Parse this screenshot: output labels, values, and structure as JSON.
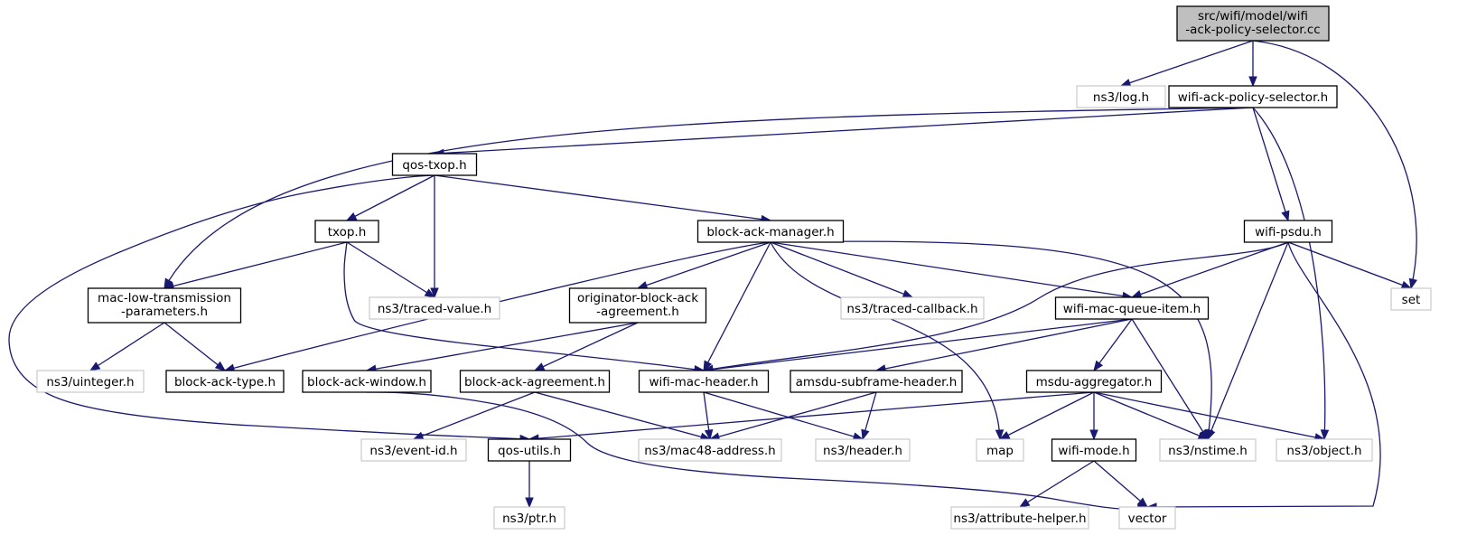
{
  "diagram": {
    "root": "wifi-ack-policy-selector.cc",
    "colors": {
      "edge": "#191970",
      "root_fill": "#bfbfbf",
      "node_border": "#000000",
      "external_border": "#bfbfbf"
    },
    "nodes": {
      "root": {
        "lines": [
          "src/wifi/model/wifi",
          "-ack-policy-selector.cc"
        ],
        "kind": "root"
      },
      "log": {
        "lines": [
          "ns3/log.h"
        ],
        "kind": "external"
      },
      "wapsh": {
        "lines": [
          "wifi-ack-policy-selector.h"
        ],
        "kind": "internal"
      },
      "set": {
        "lines": [
          "set"
        ],
        "kind": "external"
      },
      "qostxop": {
        "lines": [
          "qos-txop.h"
        ],
        "kind": "internal"
      },
      "txop": {
        "lines": [
          "txop.h"
        ],
        "kind": "internal"
      },
      "bam": {
        "lines": [
          "block-ack-manager.h"
        ],
        "kind": "internal"
      },
      "psdu": {
        "lines": [
          "wifi-psdu.h"
        ],
        "kind": "internal"
      },
      "mltp": {
        "lines": [
          "mac-low-transmission",
          "-parameters.h"
        ],
        "kind": "internal"
      },
      "tracedval": {
        "lines": [
          "ns3/traced-value.h"
        ],
        "kind": "external"
      },
      "obaa": {
        "lines": [
          "originator-block-ack",
          "-agreement.h"
        ],
        "kind": "internal"
      },
      "tracedcb": {
        "lines": [
          "ns3/traced-callback.h"
        ],
        "kind": "external"
      },
      "wmqi": {
        "lines": [
          "wifi-mac-queue-item.h"
        ],
        "kind": "internal"
      },
      "uint": {
        "lines": [
          "ns3/uinteger.h"
        ],
        "kind": "external"
      },
      "batype": {
        "lines": [
          "block-ack-type.h"
        ],
        "kind": "internal"
      },
      "bawin": {
        "lines": [
          "block-ack-window.h"
        ],
        "kind": "internal"
      },
      "baagr": {
        "lines": [
          "block-ack-agreement.h"
        ],
        "kind": "internal"
      },
      "wmh": {
        "lines": [
          "wifi-mac-header.h"
        ],
        "kind": "internal"
      },
      "amsdu": {
        "lines": [
          "amsdu-subframe-header.h"
        ],
        "kind": "internal"
      },
      "msdu": {
        "lines": [
          "msdu-aggregator.h"
        ],
        "kind": "internal"
      },
      "eventid": {
        "lines": [
          "ns3/event-id.h"
        ],
        "kind": "external"
      },
      "qosutils": {
        "lines": [
          "qos-utils.h"
        ],
        "kind": "internal"
      },
      "mac48": {
        "lines": [
          "ns3/mac48-address.h"
        ],
        "kind": "external"
      },
      "header": {
        "lines": [
          "ns3/header.h"
        ],
        "kind": "external"
      },
      "map": {
        "lines": [
          "map"
        ],
        "kind": "external"
      },
      "wmode": {
        "lines": [
          "wifi-mode.h"
        ],
        "kind": "internal"
      },
      "nstime": {
        "lines": [
          "ns3/nstime.h"
        ],
        "kind": "external"
      },
      "object": {
        "lines": [
          "ns3/object.h"
        ],
        "kind": "external"
      },
      "ptr": {
        "lines": [
          "ns3/ptr.h"
        ],
        "kind": "external"
      },
      "attr": {
        "lines": [
          "ns3/attribute-helper.h"
        ],
        "kind": "external"
      },
      "vector": {
        "lines": [
          "vector"
        ],
        "kind": "external"
      }
    },
    "edges": [
      [
        "root",
        "log"
      ],
      [
        "root",
        "wapsh"
      ],
      [
        "root",
        "set"
      ],
      [
        "wapsh",
        "qostxop"
      ],
      [
        "wapsh",
        "mltp"
      ],
      [
        "wapsh",
        "psdu"
      ],
      [
        "wapsh",
        "object"
      ],
      [
        "qostxop",
        "txop"
      ],
      [
        "qostxop",
        "tracedval"
      ],
      [
        "qostxop",
        "bam"
      ],
      [
        "qostxop",
        "qosutils"
      ],
      [
        "txop",
        "mltp"
      ],
      [
        "txop",
        "tracedval"
      ],
      [
        "txop",
        "wmh"
      ],
      [
        "bam",
        "batype"
      ],
      [
        "bam",
        "obaa"
      ],
      [
        "bam",
        "wmh"
      ],
      [
        "bam",
        "map"
      ],
      [
        "bam",
        "tracedcb"
      ],
      [
        "bam",
        "wmqi"
      ],
      [
        "bam",
        "nstime"
      ],
      [
        "psdu",
        "wmh"
      ],
      [
        "psdu",
        "wmqi"
      ],
      [
        "psdu",
        "set"
      ],
      [
        "psdu",
        "nstime"
      ],
      [
        "psdu",
        "vector"
      ],
      [
        "mltp",
        "uint"
      ],
      [
        "mltp",
        "batype"
      ],
      [
        "obaa",
        "bawin"
      ],
      [
        "obaa",
        "baagr"
      ],
      [
        "wmqi",
        "wmh"
      ],
      [
        "wmqi",
        "amsdu"
      ],
      [
        "wmqi",
        "msdu"
      ],
      [
        "wmqi",
        "nstime"
      ],
      [
        "bawin",
        "vector"
      ],
      [
        "baagr",
        "eventid"
      ],
      [
        "baagr",
        "mac48"
      ],
      [
        "wmh",
        "mac48"
      ],
      [
        "wmh",
        "header"
      ],
      [
        "amsdu",
        "mac48"
      ],
      [
        "amsdu",
        "header"
      ],
      [
        "msdu",
        "qosutils"
      ],
      [
        "msdu",
        "map"
      ],
      [
        "msdu",
        "wmode"
      ],
      [
        "msdu",
        "nstime"
      ],
      [
        "msdu",
        "object"
      ],
      [
        "qosutils",
        "ptr"
      ],
      [
        "wmode",
        "attr"
      ],
      [
        "wmode",
        "vector"
      ]
    ]
  }
}
